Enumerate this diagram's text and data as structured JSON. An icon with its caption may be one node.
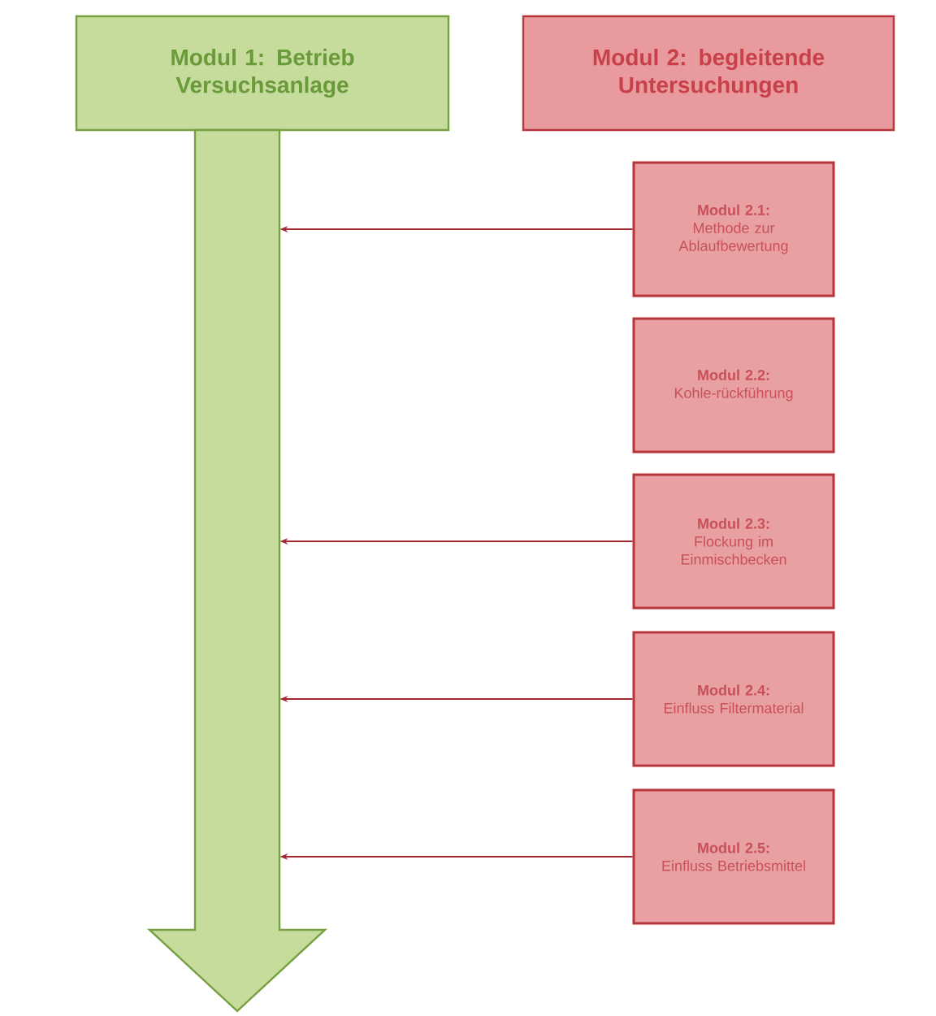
{
  "diagram": {
    "nodes": [
      {
        "text": [
          "Modul 1: Betrieb Versuchsanlage"
        ]
      },
      {
        "text": [],
        "shape": "arrow"
      },
      {
        "text": [
          "Modul 2: begleitende Untersuchungen"
        ]
      },
      {
        "text": [
          "Modul 2.1:",
          "Methode zur Ablaufbewertung"
        ]
      },
      {
        "text": [
          "Modul 2.2:",
          "Kohle-rückführung"
        ]
      },
      {
        "text": [
          "Modul 2.3:",
          "Flockung im Einmischbecken"
        ]
      },
      {
        "text": [
          "Modul 2.4:",
          "Einfluss Filtermaterial"
        ]
      },
      {
        "text": [
          "Modul 2.5:",
          "Einfluss Betriebsmittel"
        ]
      }
    ],
    "edges": [
      {
        "from": 3,
        "to": 1,
        "arrow": "to"
      },
      {
        "from": 5,
        "to": 1,
        "arrow": "to"
      },
      {
        "from": 6,
        "to": 1,
        "arrow": "to"
      },
      {
        "from": 7,
        "to": 1,
        "arrow": "to"
      }
    ]
  }
}
